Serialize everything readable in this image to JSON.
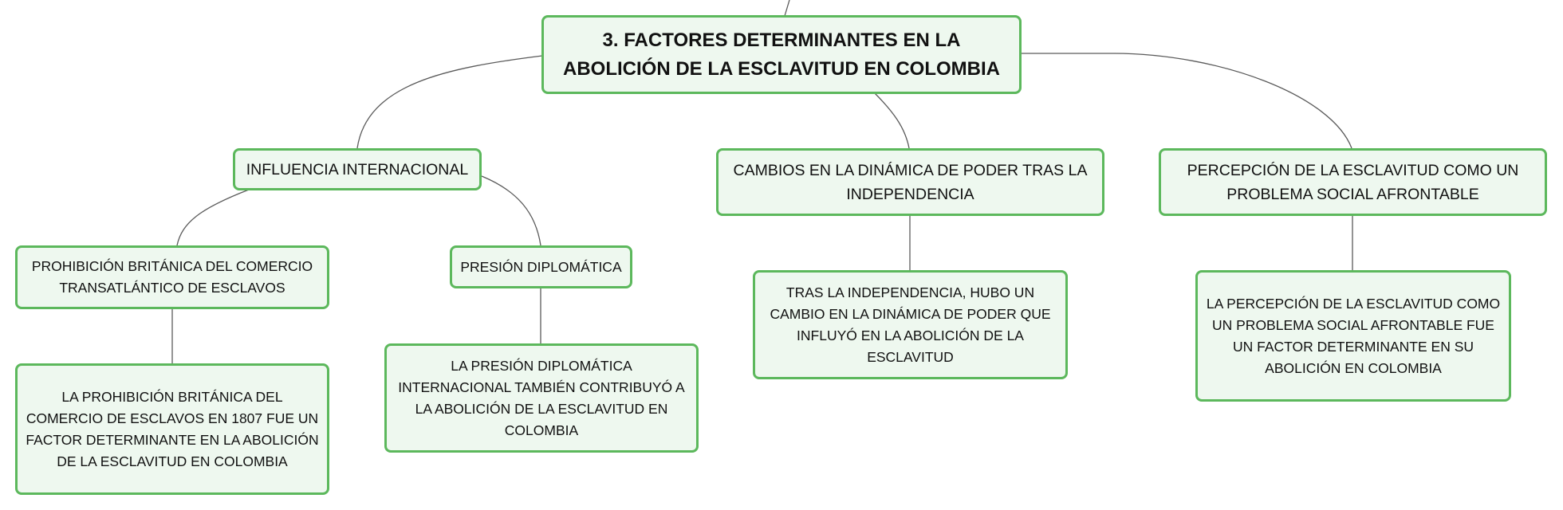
{
  "map": {
    "root": "3. FACTORES DETERMINANTES EN LA ABOLICIÓN DE LA ESCLAVITUD EN COLOMBIA",
    "branches": [
      {
        "label": "INFLUENCIA INTERNACIONAL",
        "children": [
          {
            "label": "PROHIBICIÓN BRITÁNICA DEL COMERCIO TRANSATLÁNTICO DE ESCLAVOS",
            "detail": "LA PROHIBICIÓN BRITÁNICA DEL COMERCIO DE ESCLAVOS EN 1807 FUE UN FACTOR DETERMINANTE EN LA ABOLICIÓN DE LA ESCLAVITUD EN COLOMBIA"
          },
          {
            "label": "PRESIÓN DIPLOMÁTICA",
            "detail": "LA PRESIÓN DIPLOMÁTICA INTERNACIONAL TAMBIÉN CONTRIBUYÓ A LA ABOLICIÓN DE LA ESCLAVITUD EN COLOMBIA"
          }
        ]
      },
      {
        "label": "CAMBIOS EN LA DINÁMICA DE PODER TRAS LA INDEPENDENCIA",
        "detail": "TRAS LA INDEPENDENCIA, HUBO UN CAMBIO EN LA DINÁMICA DE PODER QUE INFLUYÓ EN LA ABOLICIÓN DE LA ESCLAVITUD"
      },
      {
        "label": "PERCEPCIÓN DE LA ESCLAVITUD COMO UN PROBLEMA SOCIAL AFRONTABLE",
        "detail": "LA PERCEPCIÓN DE LA ESCLAVITUD COMO UN PROBLEMA SOCIAL AFRONTABLE FUE UN FACTOR DETERMINANTE EN SU ABOLICIÓN EN COLOMBIA"
      }
    ]
  },
  "colors": {
    "node_border": "#5cb85c",
    "node_fill": "#eef8ef",
    "connector": "#5a5a5a",
    "text": "#111111"
  }
}
